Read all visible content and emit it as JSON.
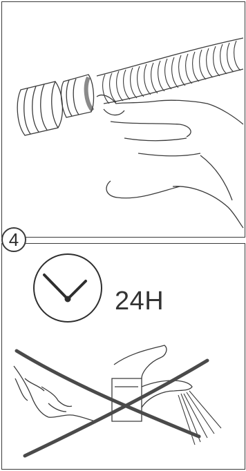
{
  "step": {
    "number": "4",
    "duration_text": "24H"
  },
  "illustrations": {
    "panel3": "hand-tightening-hose-nut",
    "panel4_clock": "clock-icon",
    "panel4_prohibited": "do-not-use-faucet"
  },
  "colors": {
    "line": "#3a3a3a",
    "background": "#ffffff"
  }
}
